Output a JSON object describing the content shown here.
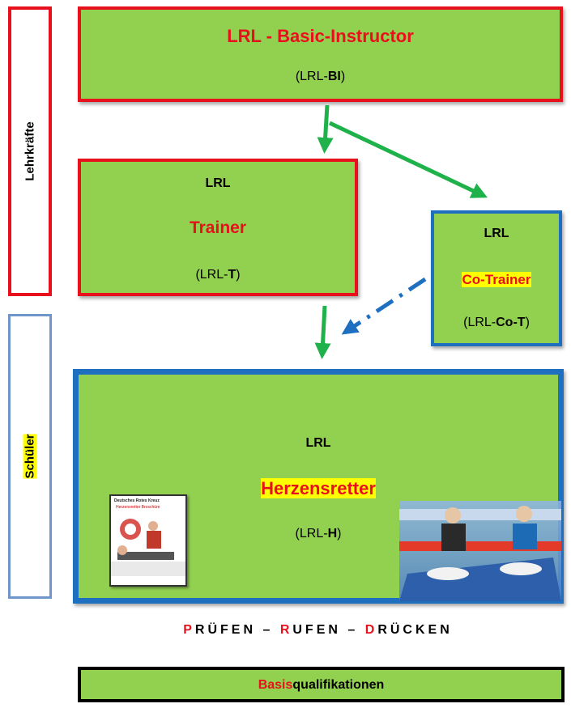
{
  "side_labels": {
    "teachers": "Lehrkräfte",
    "students": "Schüler"
  },
  "basic_instructor": {
    "title": "LRL - Basic-Instructor",
    "abbr_prefix": "(LRL-",
    "abbr_bold": "BI",
    "abbr_suffix": ")"
  },
  "trainer": {
    "top": "LRL",
    "title": "Trainer",
    "abbr_prefix": "(LRL-",
    "abbr_bold": "T",
    "abbr_suffix": ")"
  },
  "co_trainer": {
    "top": "LRL",
    "title": "Co-Trainer",
    "abbr_prefix": "(LRL-",
    "abbr_bold": "Co-T",
    "abbr_suffix": ")"
  },
  "herzensretter": {
    "top": "LRL",
    "title": "Herzensretter",
    "abbr_prefix": "(LRL-",
    "abbr_bold": "H",
    "abbr_suffix": ")",
    "booklet_header": "Deutsches Rotes Kreuz",
    "booklet_title": "Herzensretter Broschüre"
  },
  "motto": {
    "p_letter": "P",
    "p_rest": "RÜFEN",
    "dash1": "–",
    "r_letter": "R",
    "r_rest": "UFEN",
    "dash2": "–",
    "d_letter": "D",
    "d_rest": "RÜCKEN"
  },
  "footer": {
    "red_part": "Basis",
    "black_part": "qualifikationen"
  },
  "colors": {
    "box_fill": "#92d050",
    "red": "#e8101c",
    "blue": "#1e6fc0",
    "arrow_green": "#1fb14a",
    "highlight": "#ffff00"
  }
}
